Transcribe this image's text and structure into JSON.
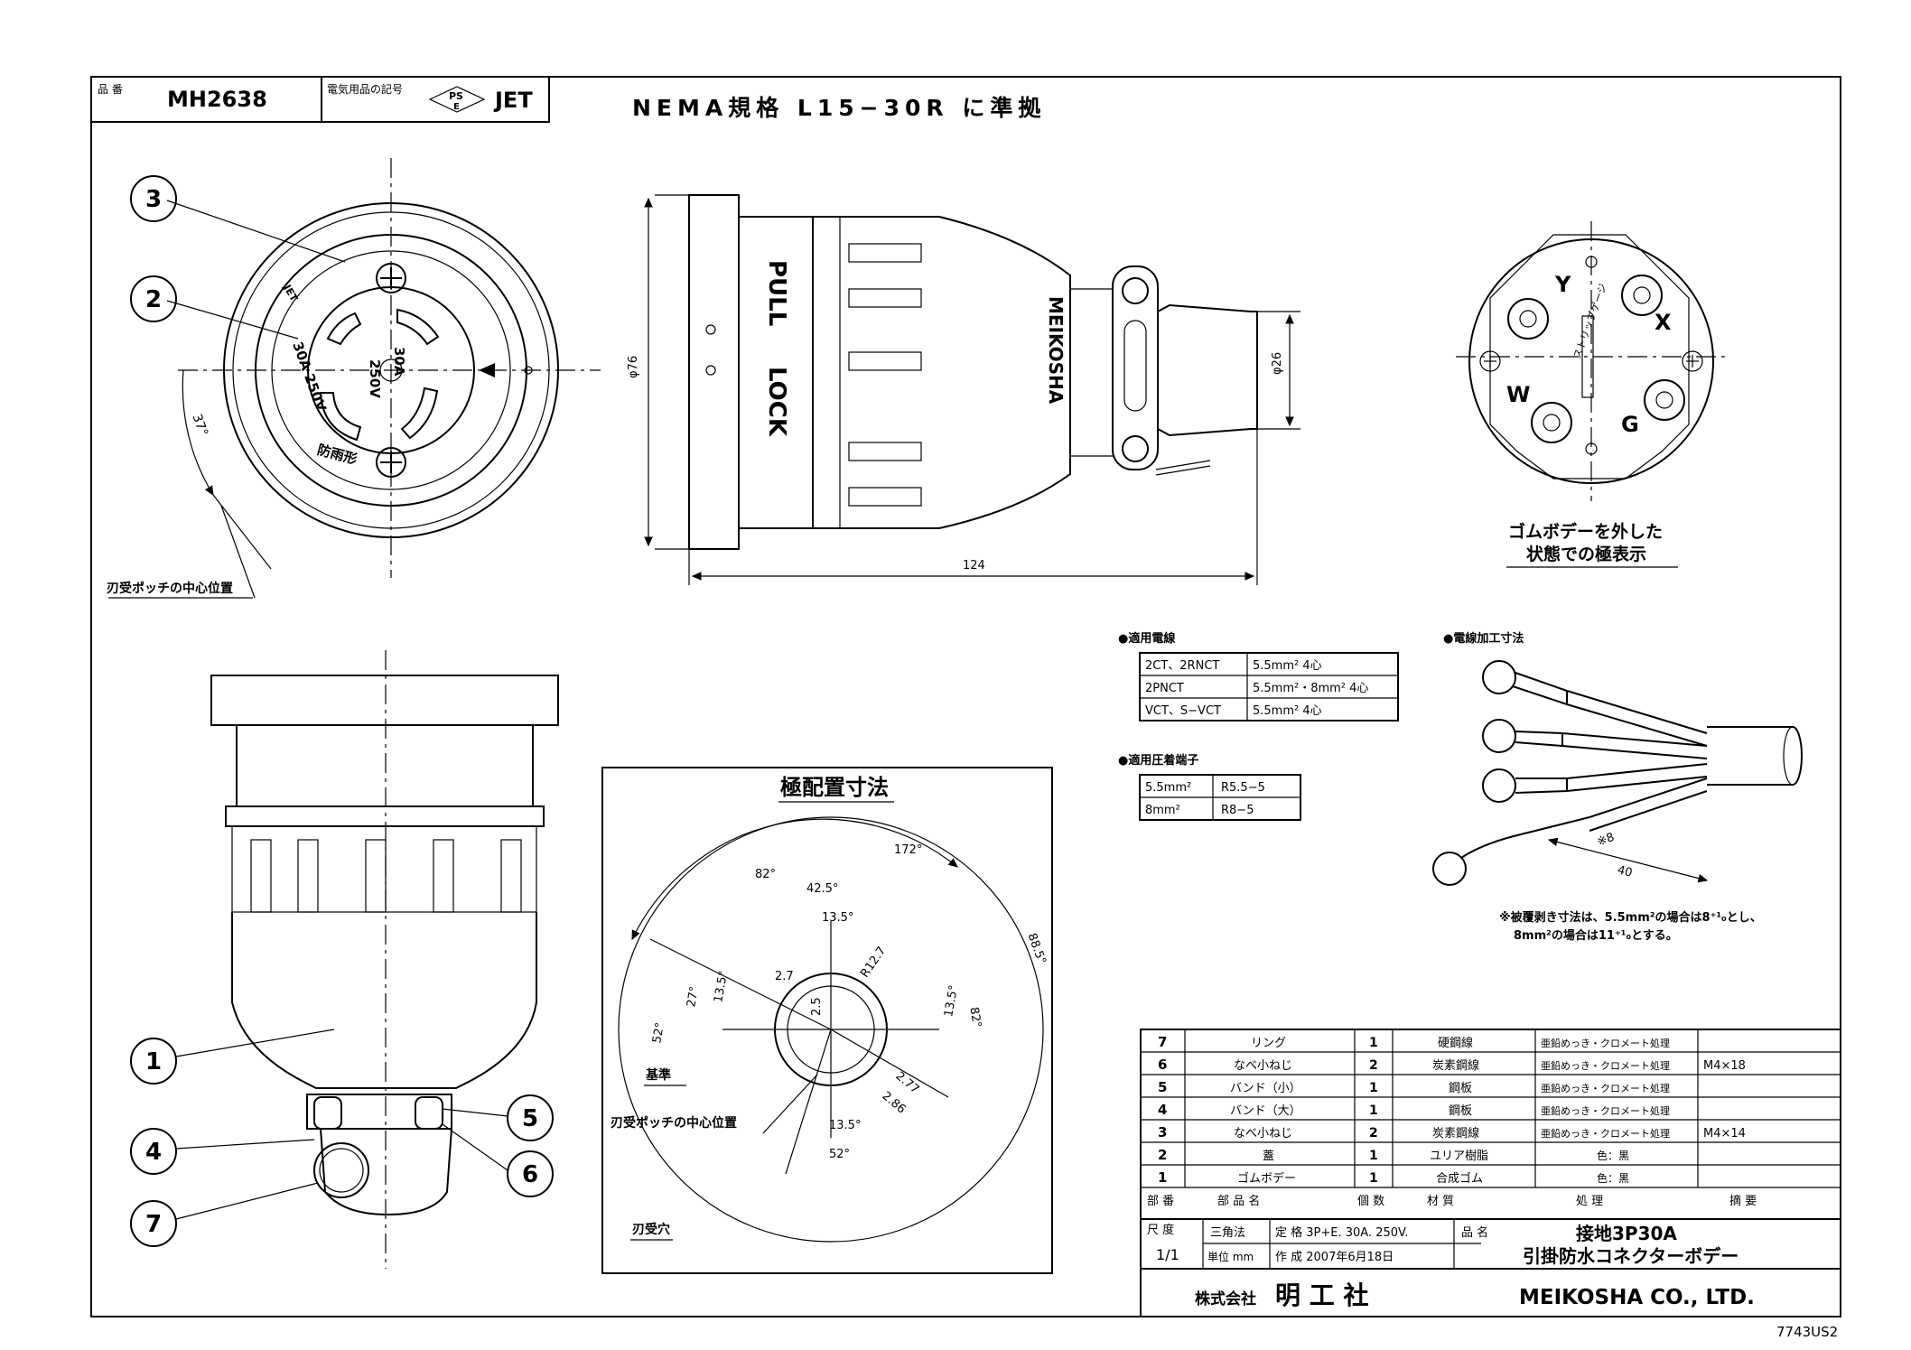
{
  "title_block": {
    "part_number_label": "品 番",
    "part_number": "MH2638",
    "mark_label": "電気用品の記号",
    "pse_line1": "PS",
    "pse_line2": "E",
    "jet": "JET",
    "standard_note": "NEMA規格 L15−30R に準拠"
  },
  "front_view": {
    "face_text_rating": "30A",
    "face_text_volt": "250V",
    "face_text_left": "30A 250V",
    "face_text_bottom": "防雨形",
    "face_text_jet": "JET",
    "angle": "37°",
    "center_note": "刃受ポッチの中心位置"
  },
  "side_view": {
    "pull": "PULL",
    "lock": "LOCK",
    "brand": "MEIKOSHA",
    "dia_left": "φ76",
    "dia_right": "φ26",
    "length": "124"
  },
  "inner_view": {
    "letters": [
      "Y",
      "X",
      "W",
      "G"
    ],
    "strip_label": "ストリップゲージ",
    "caption_line1": "ゴムボデーを外した",
    "caption_line2": "状態での極表示"
  },
  "callouts": [
    "1",
    "2",
    "3",
    "4",
    "5",
    "6",
    "7"
  ],
  "pole_layout": {
    "title": "極配置寸法",
    "dims": [
      "172°",
      "82°",
      "42.5°",
      "13.5°",
      "R12.7",
      "2.7",
      "2.5",
      "13.5°",
      "82°",
      "27°",
      "13.5°",
      "52°",
      "2.77",
      "2.86",
      "13.5°",
      "52°",
      "88.5°"
    ],
    "ref_label": "基準",
    "center_label": "刃受ポッチの中心位置",
    "slot_label": "刃受穴"
  },
  "cable_table": {
    "title": "●適用電線",
    "rows": [
      {
        "type": "2CT、2RNCT",
        "spec": "5.5mm² 4心"
      },
      {
        "type": "2PNCT",
        "spec": "5.5mm²・8mm² 4心"
      },
      {
        "type": "VCT、S−VCT",
        "spec": "5.5mm² 4心"
      }
    ]
  },
  "terminal_table": {
    "title": "●適用圧着端子",
    "rows": [
      {
        "size": "5.5mm²",
        "code": "R5.5−5"
      },
      {
        "size": "8mm²",
        "code": "R8−5"
      }
    ]
  },
  "wire_processing": {
    "title": "●電線加工寸法",
    "dim_strip": "※8",
    "dim_len": "40",
    "note_line1": "※被覆剥き寸法は、5.5mm²の場合は8⁺¹₀とし、",
    "note_line2": "8mm²の場合は11⁺¹₀とする。"
  },
  "parts_table": {
    "rows": [
      {
        "no": "7",
        "name": "リング",
        "qty": "1",
        "material": "硬鋼線",
        "treatment": "亜鉛めっき・クロメート処理",
        "note": ""
      },
      {
        "no": "6",
        "name": "なべ小ねじ",
        "qty": "2",
        "material": "炭素鋼線",
        "treatment": "亜鉛めっき・クロメート処理",
        "note": "M4×18"
      },
      {
        "no": "5",
        "name": "バンド（小）",
        "qty": "1",
        "material": "鋼板",
        "treatment": "亜鉛めっき・クロメート処理",
        "note": ""
      },
      {
        "no": "4",
        "name": "バンド（大）",
        "qty": "1",
        "material": "鋼板",
        "treatment": "亜鉛めっき・クロメート処理",
        "note": ""
      },
      {
        "no": "3",
        "name": "なべ小ねじ",
        "qty": "2",
        "material": "炭素鋼線",
        "treatment": "亜鉛めっき・クロメート処理",
        "note": "M4×14"
      },
      {
        "no": "2",
        "name": "蓋",
        "qty": "1",
        "material": "ユリア樹脂",
        "treatment": "色：黒",
        "note": ""
      },
      {
        "no": "1",
        "name": "ゴムボデー",
        "qty": "1",
        "material": "合成ゴム",
        "treatment": "色：黒",
        "note": ""
      }
    ],
    "header": {
      "no": "部 番",
      "name": "部 品 名",
      "qty": "個 数",
      "material": "材 質",
      "treatment": "処 理",
      "note": "摘 要"
    }
  },
  "footer_block": {
    "scale_label": "尺 度",
    "scale_value": "1/1",
    "projection": "三角法",
    "unit": "単位 mm",
    "rating": "定 格 3P+E. 30A. 250V.",
    "created": "作 成 2007年6月18日",
    "name_label": "品 名",
    "product_line1": "接地3P30A",
    "product_line2": "引掛防水コネクターボデー",
    "company_jp_prefix": "株式会社",
    "company_jp": "明 工 社",
    "company_en": "MEIKOSHA CO., LTD.",
    "drawing_code": "7743US2"
  }
}
